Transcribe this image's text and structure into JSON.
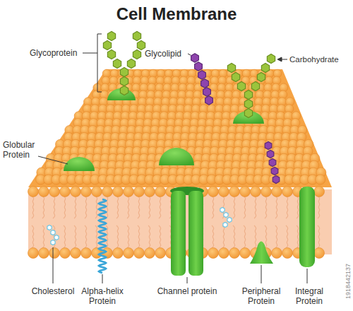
{
  "diagram": {
    "title": "Cell Membrane",
    "labels": [
      "Glycoprotein",
      "Glycolipid",
      "Carbohydrate",
      "Globular Protein",
      "Cholesterol",
      "Alpha-helix Protein",
      "Channel protein",
      "Peripheral Protein",
      "Integral Protein",
      "1918442137"
    ]
  }
}
